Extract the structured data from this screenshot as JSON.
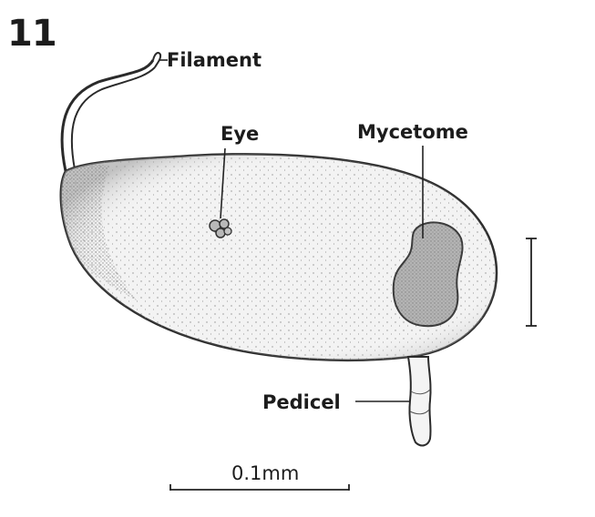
{
  "figure": {
    "number": "11",
    "labels": {
      "filament": "Filament",
      "eye": "Eye",
      "mycetome": "Mycetome",
      "pedicel": "Pedicel"
    },
    "scale_bar": "0.1mm"
  }
}
